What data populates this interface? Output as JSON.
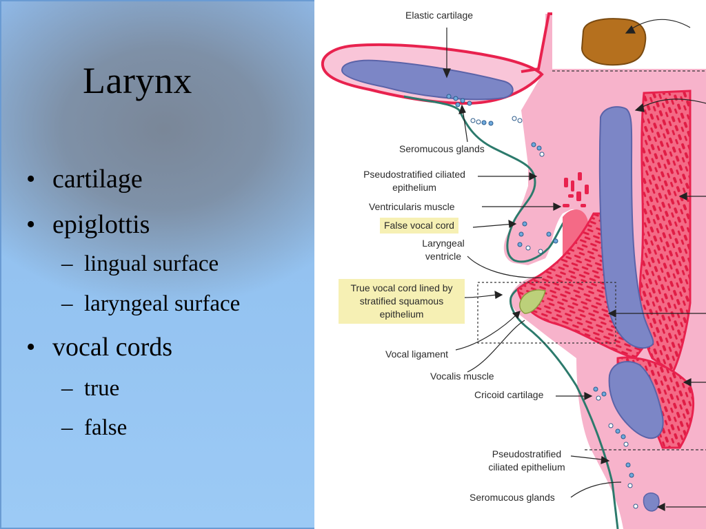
{
  "slide": {
    "title": "Larynx",
    "bullets": [
      {
        "level": 1,
        "mark": "•",
        "text": "cartilage"
      },
      {
        "level": 1,
        "mark": "•",
        "text": "epiglottis"
      },
      {
        "level": 2,
        "mark": "–",
        "text": "lingual surface"
      },
      {
        "level": 2,
        "mark": "–",
        "text": "laryngeal surface"
      },
      {
        "level": 1,
        "mark": "•",
        "text": "vocal cords"
      },
      {
        "level": 2,
        "mark": "–",
        "text": "true"
      },
      {
        "level": 2,
        "mark": "–",
        "text": "false"
      }
    ]
  },
  "diagram": {
    "labels": {
      "elastic_cartilage": "Elastic cartilage",
      "seromucous_glands_top": "Seromucous glands",
      "pseudostratified_1_line1": "Pseudostratified ciliated",
      "pseudostratified_1_line2": "epithelium",
      "ventricularis_muscle": "Ventricularis muscle",
      "false_vocal_cord": "False vocal cord",
      "laryngeal_ventricle_line1": "Laryngeal",
      "laryngeal_ventricle_line2": "ventricle",
      "true_vocal_cord_line1": "True vocal cord lined by",
      "true_vocal_cord_line2": "stratified squamous",
      "true_vocal_cord_line3": "epithelium",
      "vocal_ligament": "Vocal ligament",
      "vocalis_muscle": "Vocalis muscle",
      "cricoid_cartilage": "Cricoid cartilage",
      "pseudostratified_2_line1": "Pseudostratified",
      "pseudostratified_2_line2": "ciliated epithelium",
      "seromucous_glands_bottom": "Seromucous glands"
    },
    "colors": {
      "tissue_pink": "#f7b3cb",
      "tissue_edge": "#e8224e",
      "cartilage_blue": "#7c86c6",
      "muscle_red": "#ee3a57",
      "epithelium_teal": "#2c7a6c",
      "thyroid_brown": "#b5701e",
      "highlight_yellow": "#f6f0b4"
    }
  }
}
